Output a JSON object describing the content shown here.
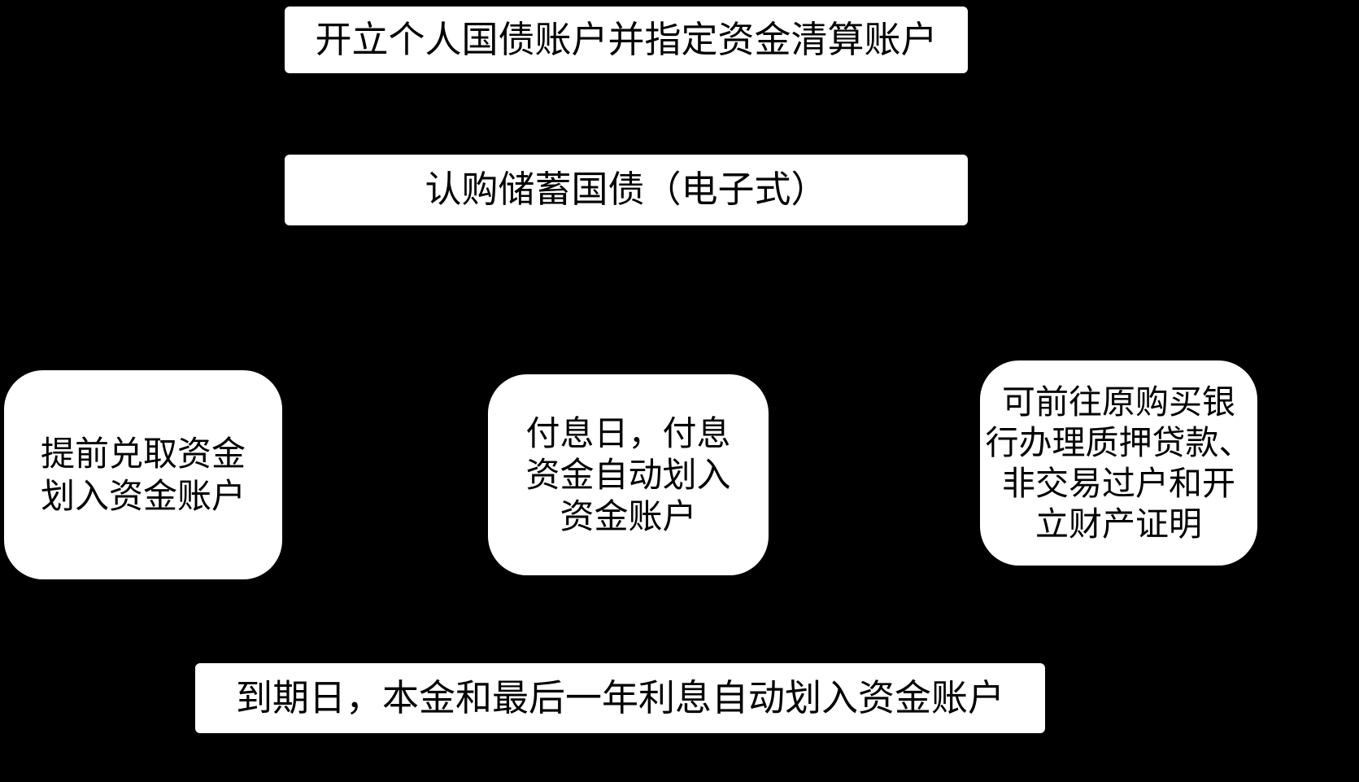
{
  "diagram": {
    "background_color": "#000000",
    "node_fill_color": "#ffffff",
    "node_text_color": "#000000",
    "nodes": {
      "open_account": {
        "label": "开立个人国债账户并指定资金清算账户"
      },
      "subscribe": {
        "label": "认购储蓄国债（电子式）"
      },
      "early_redeem": {
        "label": "提前兑取资金\n划入资金账户"
      },
      "interest_day": {
        "label": "付息日，付息\n资金自动划入\n资金账户"
      },
      "pledge": {
        "label": "可前往原购买银\n行办理质押贷款、\n非交易过户和开\n立财产证明"
      },
      "maturity": {
        "label": "到期日，本金和最后一年利息自动划入资金账户"
      }
    }
  }
}
